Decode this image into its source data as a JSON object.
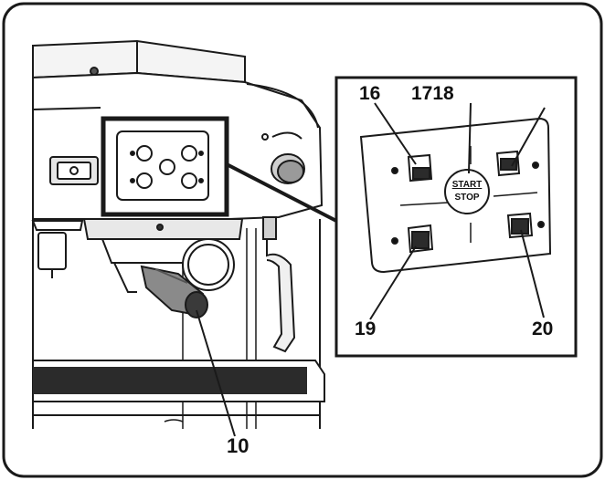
{
  "callouts": {
    "c16": "16",
    "c1718": "1718",
    "c19": "19",
    "c20": "20",
    "c10": "10"
  },
  "control_panel": {
    "start_label": "START",
    "stop_label": "STOP"
  },
  "colors": {
    "outline": "#1a1a1a",
    "panel_fill": "#ffffff",
    "tray_dark": "#2b2b2b",
    "machine_grey": "#d9d9d9"
  }
}
